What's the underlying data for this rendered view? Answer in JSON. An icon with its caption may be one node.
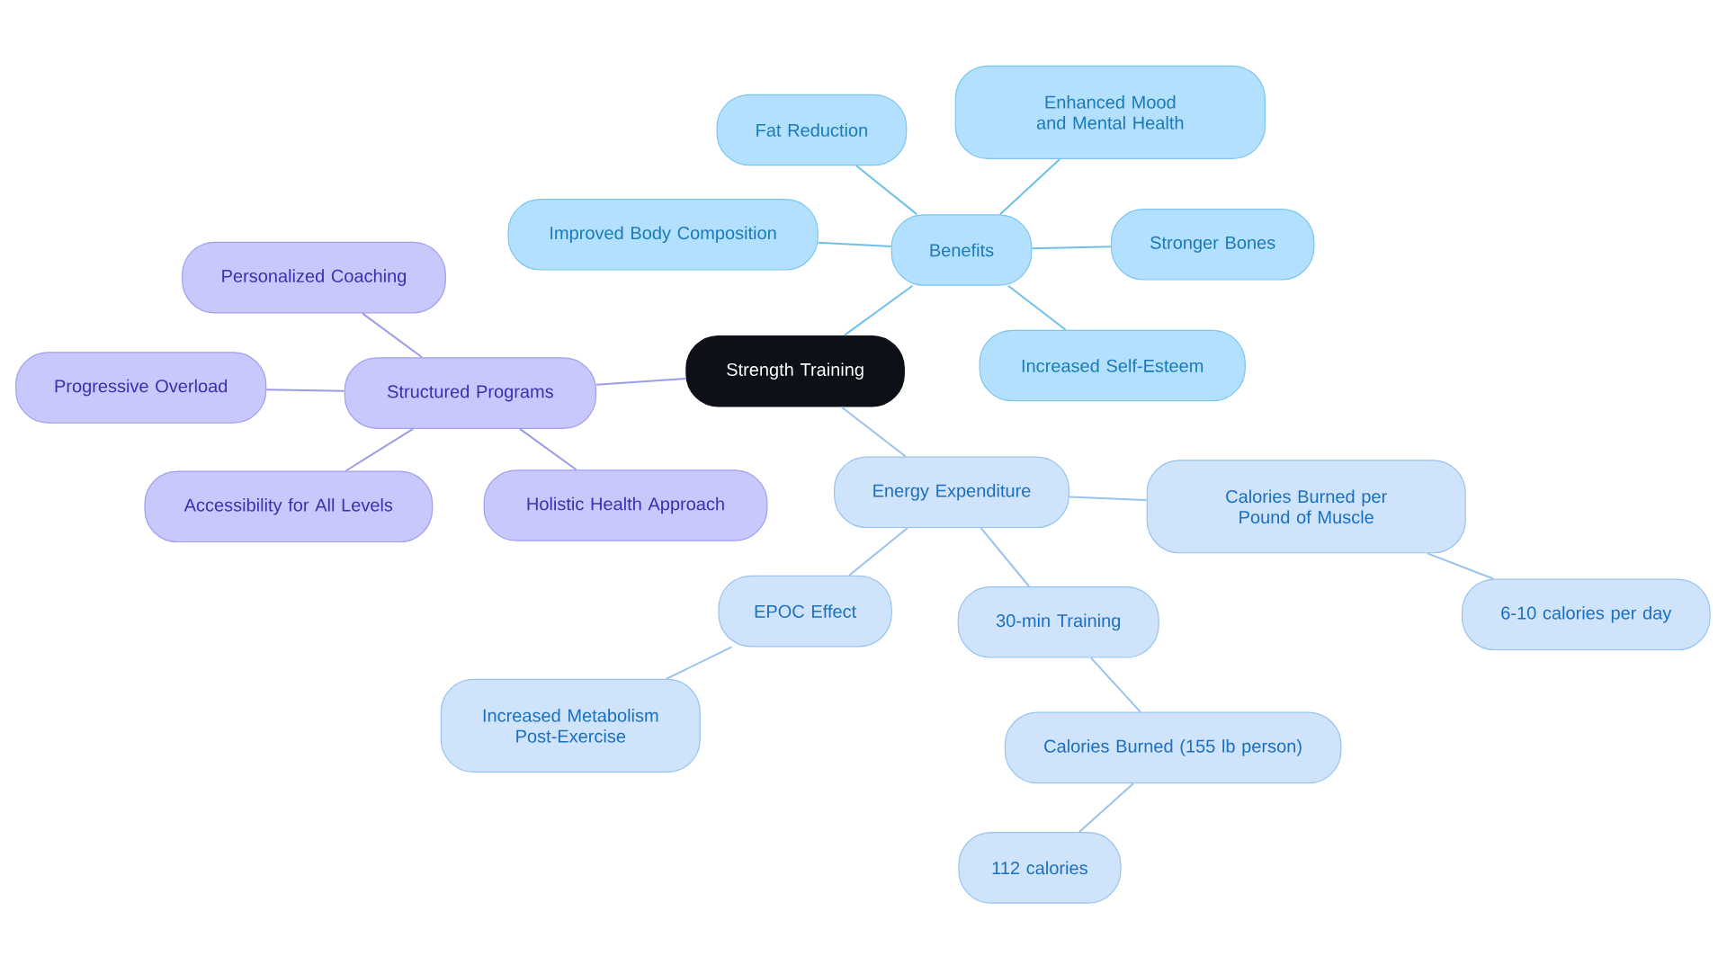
{
  "diagram": {
    "nodes": [
      {
        "text": [
          "Strength Training"
        ]
      },
      {
        "text": [
          "Benefits"
        ]
      },
      {
        "text": [
          "Fat Reduction"
        ]
      },
      {
        "text": [
          "Enhanced Mood and Mental Health"
        ]
      },
      {
        "text": [
          "Improved Body Composition"
        ]
      },
      {
        "text": [
          "Stronger Bones"
        ]
      },
      {
        "text": [
          "Increased Self-Esteem"
        ]
      },
      {
        "text": [
          "Structured Programs"
        ]
      },
      {
        "text": [
          "Personalized Coaching"
        ]
      },
      {
        "text": [
          "Progressive Overload"
        ]
      },
      {
        "text": [
          "Accessibility for All Levels"
        ]
      },
      {
        "text": [
          "Holistic Health Approach"
        ]
      },
      {
        "text": [
          "Energy Expenditure"
        ]
      },
      {
        "text": [
          "Calories Burned per Pound of Muscle"
        ]
      },
      {
        "text": [
          "6-10 calories per day"
        ]
      },
      {
        "text": [
          "EPOC Effect"
        ]
      },
      {
        "text": [
          "Increased Metabolism Post-Exercise"
        ]
      },
      {
        "text": [
          "30-min Training"
        ]
      },
      {
        "text": [
          "Calories Burned (155 lb person)"
        ]
      },
      {
        "text": [
          "112 calories"
        ]
      }
    ],
    "edges": [
      {
        "from": 0,
        "to": 1,
        "arrow": "none",
        "color": "#6fbfe8"
      },
      {
        "from": 1,
        "to": 2,
        "arrow": "none",
        "color": "#6fbfe8"
      },
      {
        "from": 1,
        "to": 3,
        "arrow": "none",
        "color": "#6fbfe8"
      },
      {
        "from": 1,
        "to": 4,
        "arrow": "none",
        "color": "#6fbfe8"
      },
      {
        "from": 1,
        "to": 5,
        "arrow": "none",
        "color": "#6fbfe8"
      },
      {
        "from": 1,
        "to": 6,
        "arrow": "none",
        "color": "#6fbfe8"
      },
      {
        "from": 0,
        "to": 7,
        "arrow": "none",
        "color": "#9b9be8"
      },
      {
        "from": 7,
        "to": 8,
        "arrow": "none",
        "color": "#9b9be8"
      },
      {
        "from": 7,
        "to": 9,
        "arrow": "none",
        "color": "#9b9be8"
      },
      {
        "from": 7,
        "to": 10,
        "arrow": "none",
        "color": "#9b9be8"
      },
      {
        "from": 7,
        "to": 11,
        "arrow": "none",
        "color": "#9b9be8"
      },
      {
        "from": 0,
        "to": 12,
        "arrow": "none"
      },
      {
        "from": 12,
        "to": 13,
        "arrow": "none"
      },
      {
        "from": 13,
        "to": 14,
        "arrow": "none"
      },
      {
        "from": 12,
        "to": 15,
        "arrow": "none"
      },
      {
        "from": 15,
        "to": 16,
        "arrow": "none"
      },
      {
        "from": 12,
        "to": 17,
        "arrow": "none"
      },
      {
        "from": 17,
        "to": 18,
        "arrow": "none"
      },
      {
        "from": 18,
        "to": 19,
        "arrow": "none"
      }
    ]
  }
}
